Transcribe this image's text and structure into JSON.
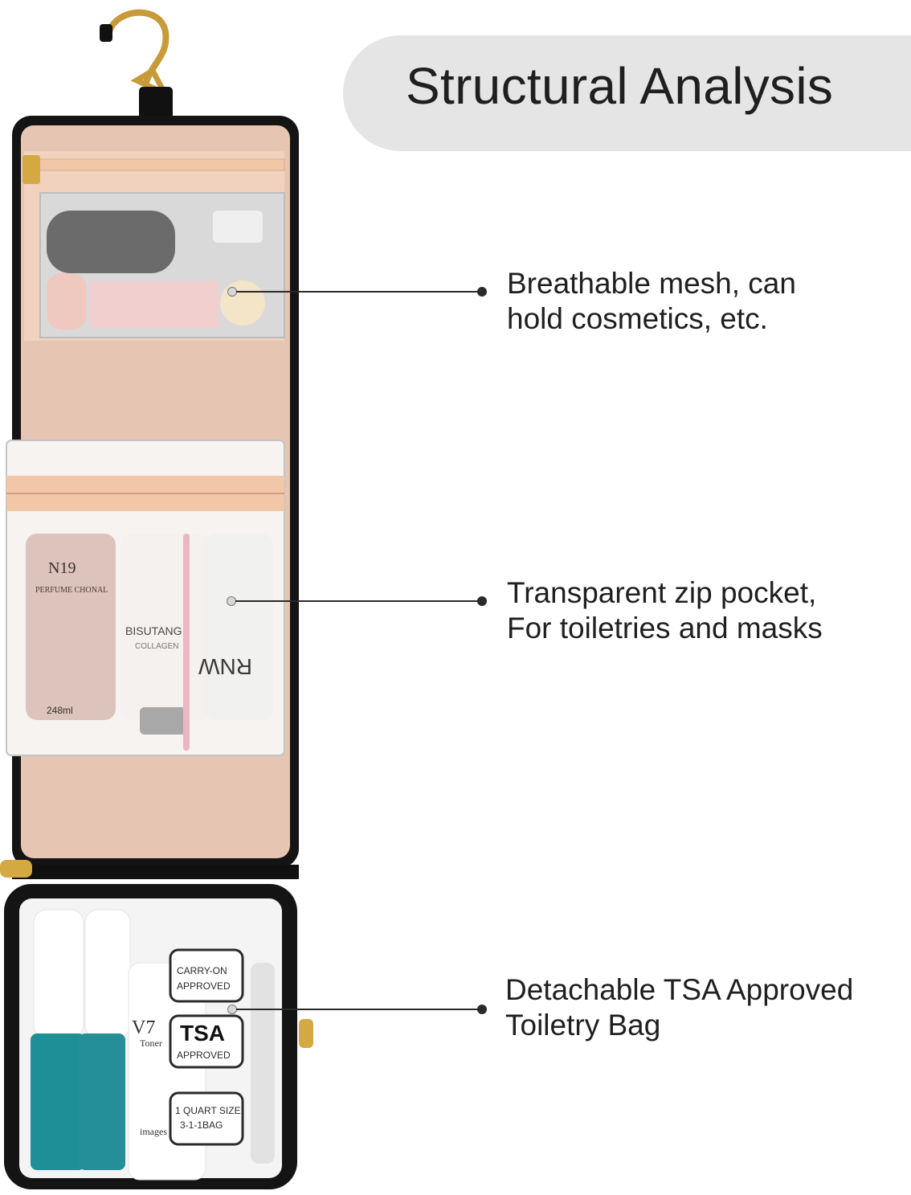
{
  "header": {
    "title": "Structural Analysis"
  },
  "callouts": [
    {
      "lines": [
        "Breathable mesh, can",
        "hold cosmetics, etc."
      ]
    },
    {
      "lines": [
        "Transparent zip pocket,",
        "For toiletries and masks"
      ]
    },
    {
      "lines": [
        "Detachable TSA Approved",
        "Toiletry Bag"
      ]
    }
  ],
  "product": {
    "labels": {
      "n19": "N19",
      "perfume": "PERFUME CHONAL",
      "bisutang": "BISUTANG",
      "collagen": "COLLAGEN",
      "volume": "248ml",
      "rnw": "RNW",
      "carry_on": "CARRY-ON",
      "approved_1": "APPROVED",
      "tsa": "TSA",
      "approved_2": "APPROVED",
      "quart_1": "1 QUART SIZE",
      "quart_2": "3-1-1BAG",
      "v7": "V7",
      "toner": "Toner",
      "images": "images"
    }
  },
  "colors": {
    "bag_outer": "#141414",
    "lining": "#e6c6b3",
    "zip_tape": "#f1c7a8",
    "mesh": "#d9d9d9",
    "title_pill": "#e5e5e5"
  }
}
